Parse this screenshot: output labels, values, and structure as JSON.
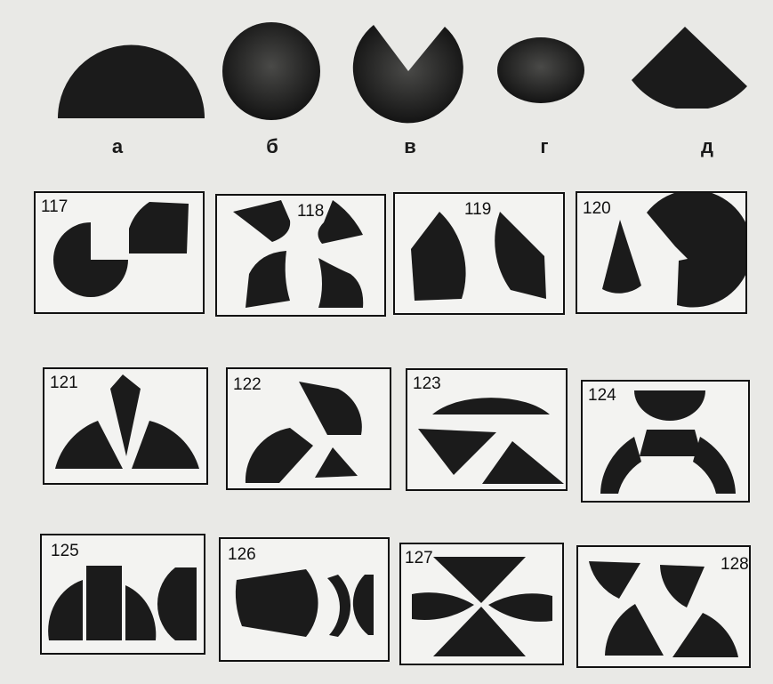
{
  "top_shapes": [
    {
      "label": "а",
      "name": "semicircle",
      "icon": "semicircle-shape"
    },
    {
      "label": "б",
      "name": "circle",
      "icon": "circle-shape"
    },
    {
      "label": "в",
      "name": "circle-with-notch",
      "icon": "notched-circle-shape"
    },
    {
      "label": "г",
      "name": "ellipse",
      "icon": "ellipse-shape"
    },
    {
      "label": "д",
      "name": "circular-sector",
      "icon": "sector-shape"
    }
  ],
  "panels": [
    {
      "number": "117"
    },
    {
      "number": "118"
    },
    {
      "number": "119"
    },
    {
      "number": "120"
    },
    {
      "number": "121"
    },
    {
      "number": "122"
    },
    {
      "number": "123"
    },
    {
      "number": "124"
    },
    {
      "number": "125"
    },
    {
      "number": "126"
    },
    {
      "number": "127"
    },
    {
      "number": "128"
    }
  ],
  "colors": {
    "shape": "#1b1b1b",
    "background": "#e9e9e6",
    "frame": "#111111"
  }
}
